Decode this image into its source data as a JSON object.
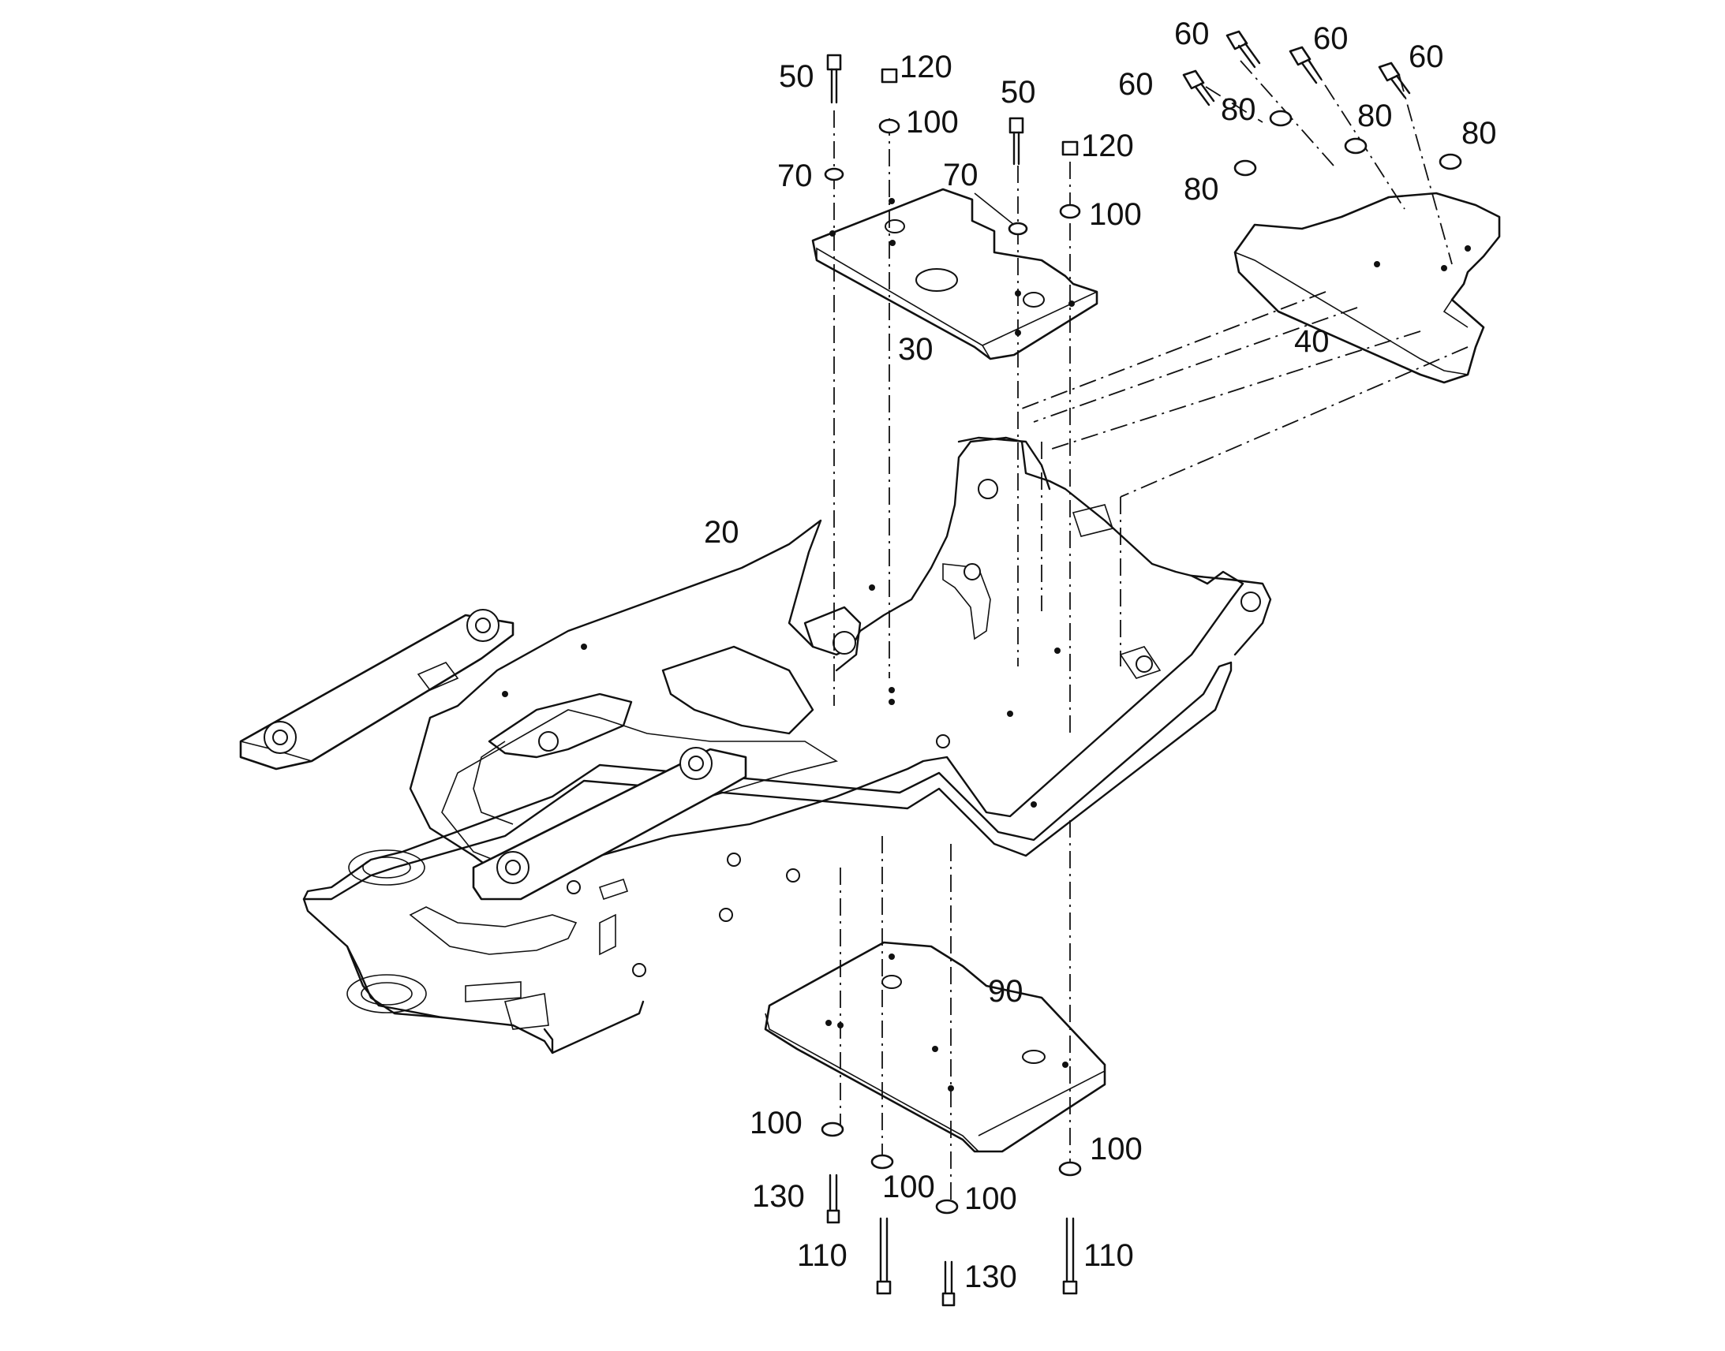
{
  "diagram": {
    "type": "exploded parts diagram",
    "line_color": "#111111",
    "background": "#ffffff"
  },
  "callouts": {
    "c20": "20",
    "c30": "30",
    "c40": "40",
    "c90": "90",
    "c50a": "50",
    "c50b": "50",
    "c120a": "120",
    "c120b": "120",
    "c100a": "100",
    "c100b": "100",
    "c70a": "70",
    "c70b": "70",
    "c60a": "60",
    "c60b": "60",
    "c60c": "60",
    "c60d": "60",
    "c80a": "80",
    "c80b": "80",
    "c80c": "80",
    "c80d": "80",
    "c100c": "100",
    "c100d": "100",
    "c100e": "100",
    "c100f": "100",
    "c130a": "130",
    "c130b": "130",
    "c110a": "110",
    "c110b": "110"
  }
}
